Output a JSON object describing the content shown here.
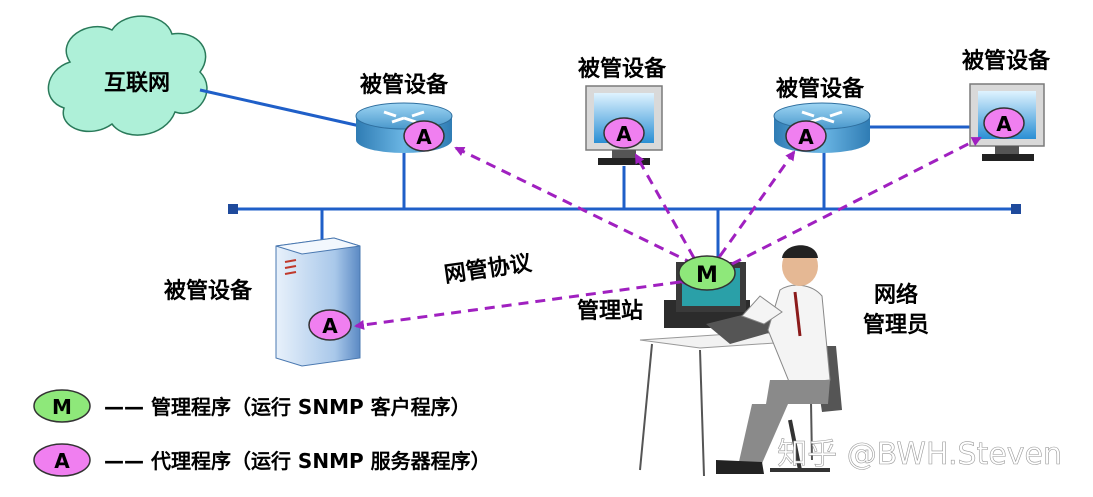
{
  "diagram": {
    "internet_label": "互联网",
    "managed_device_label": "被管设备",
    "protocol_label": "网管协议",
    "station_label": "管理站",
    "admin_label_line1": "网络",
    "admin_label_line2": "管理员",
    "manager_letter": "M",
    "agent_letter": "A"
  },
  "legend": {
    "manager_text": "—— 管理程序（运行 SNMP 客户程序）",
    "agent_text": "—— 代理程序（运行 SNMP 服务器程序）"
  },
  "watermark": "知乎 @BWH.Steven",
  "colors": {
    "bus_line": "#1f5fc8",
    "arrow": "#a020c0",
    "manager_fill": "#8ee87a",
    "agent_fill": "#f07ff0",
    "cloud_fill": "#aef0d8",
    "router_fill": "#5aa8d8"
  }
}
